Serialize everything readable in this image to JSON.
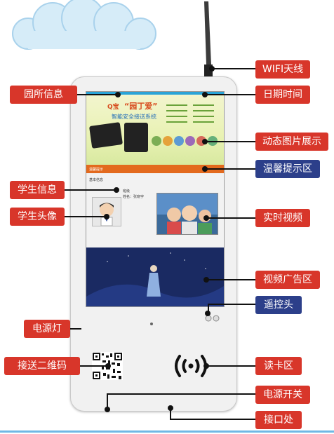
{
  "colors": {
    "label_red": "#d8362a",
    "label_blue": "#2c3f8a",
    "accent_orange": "#e36a1e"
  },
  "screen": {
    "banner_brand": "Q宝",
    "banner_quote": "“园丁爱”",
    "banner_title": "智能安全接送系统",
    "bar_text": "温馨提示",
    "info_header": "基本信息",
    "student_name": "姓名：张晓宇",
    "student_class": "班级"
  },
  "labels": {
    "wifi": "WIFI天线",
    "school_info": "园所信息",
    "datetime": "日期时间",
    "dynamic_pics": "动态图片展示",
    "tips_area": "温馨提示区",
    "student_info": "学生信息",
    "student_avatar": "学生头像",
    "live_video": "实时视频",
    "video_ad": "视频广告区",
    "remote": "遥控头",
    "power_led": "电源灯",
    "qr_code": "接送二维码",
    "card_reader": "读卡区",
    "power_switch": "电源开关",
    "port": "接口处"
  }
}
